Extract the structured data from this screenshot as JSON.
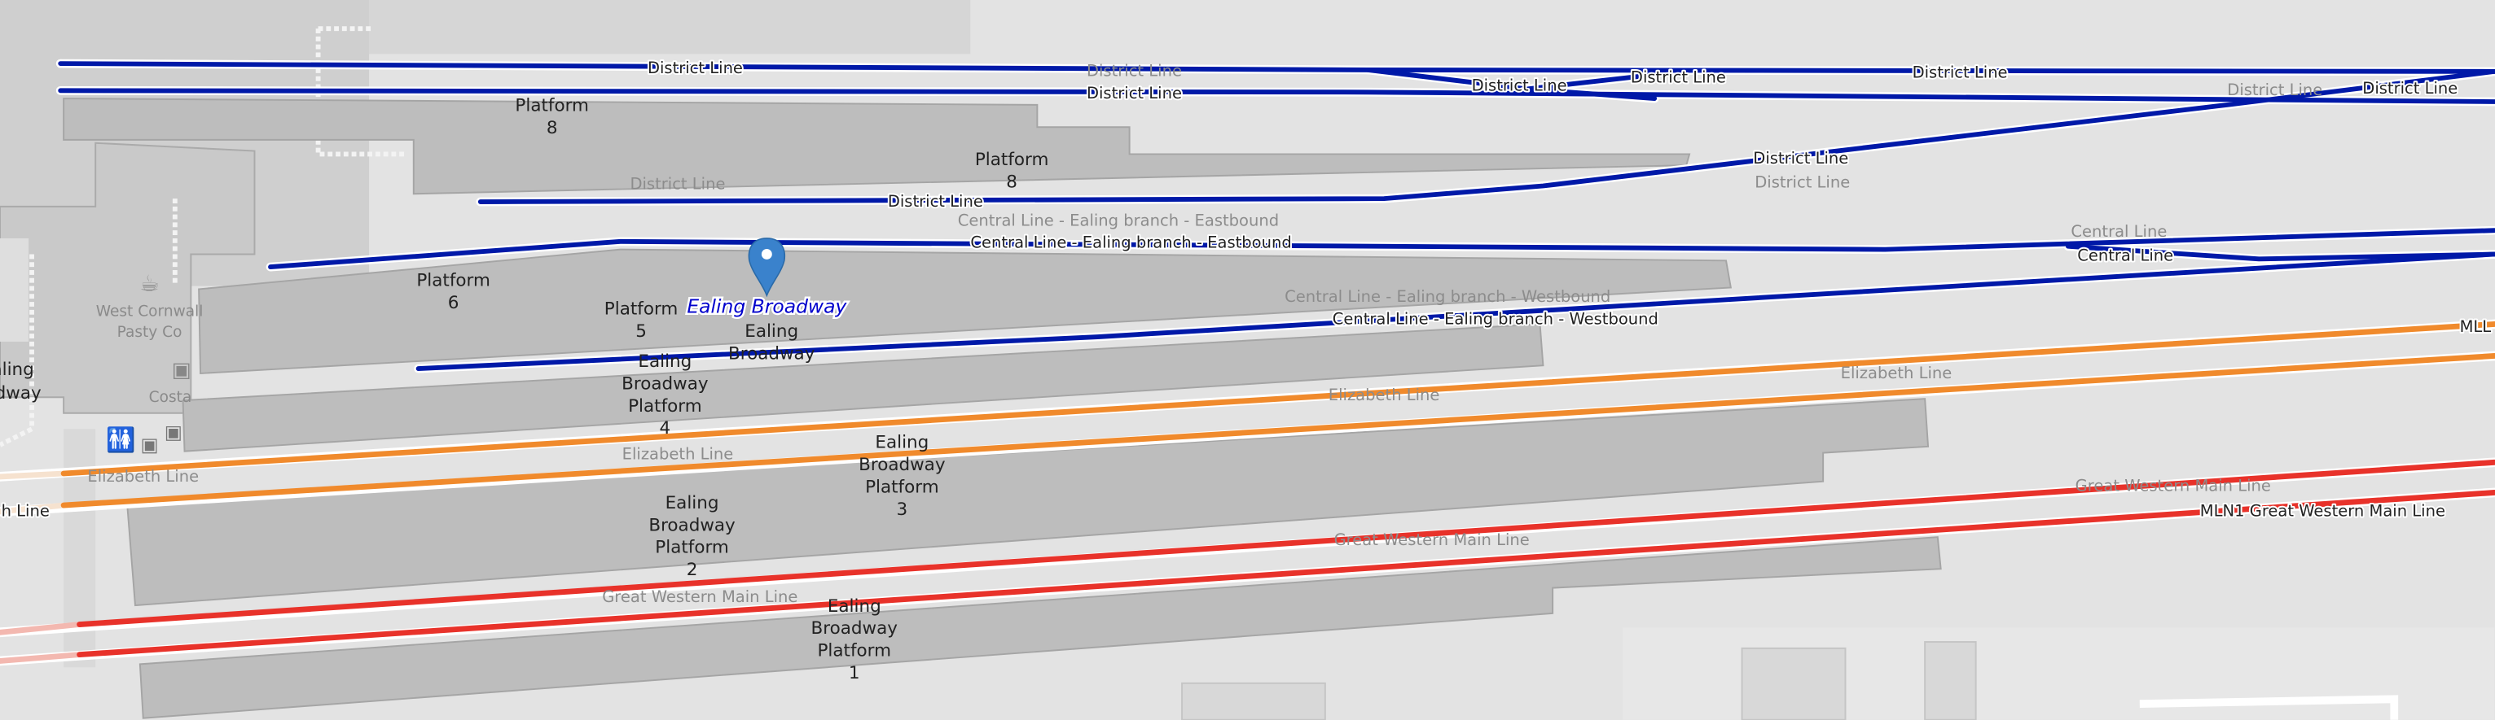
{
  "map": {
    "station": "Ealing Broadway",
    "lines": {
      "district": "District Line",
      "central": "Central Line",
      "central_east": "Central Line - Ealing branch - Eastbound",
      "central_west": "Central Line - Ealing branch - Westbound",
      "elizabeth": "Elizabeth Line",
      "elizabeth_abbr": "MLL",
      "gwml": "Great Western Main Line",
      "gwml_full": "MLN1 Great Western Main Line",
      "edge_elizabeth": "h Line"
    },
    "platforms": {
      "p8": [
        "Platform",
        "8"
      ],
      "p6": [
        "Platform",
        "6"
      ],
      "p5": [
        "Platform",
        "5"
      ],
      "p4": [
        "Ealing",
        "Broadway",
        "Platform",
        "4"
      ],
      "p3": [
        "Ealing",
        "Broadway",
        "Platform",
        "3"
      ],
      "p2": [
        "Ealing",
        "Broadway",
        "Platform",
        "2"
      ],
      "p1": [
        "Ealing",
        "Broadway",
        "Platform",
        "1"
      ],
      "station_area": [
        "Ealing",
        "Broadway"
      ],
      "edge": [
        "aling",
        "adway"
      ]
    },
    "pois": {
      "pasty": [
        "West Cornwall",
        "Pasty Co"
      ],
      "costa": "Costa"
    },
    "colors": {
      "district": "#0019a8",
      "elizabeth": "#f08a2c",
      "gwml": "#e8322a",
      "platform": "#bdbdbd",
      "background": "#e3e3e3",
      "marker": "#3a82cc"
    }
  }
}
